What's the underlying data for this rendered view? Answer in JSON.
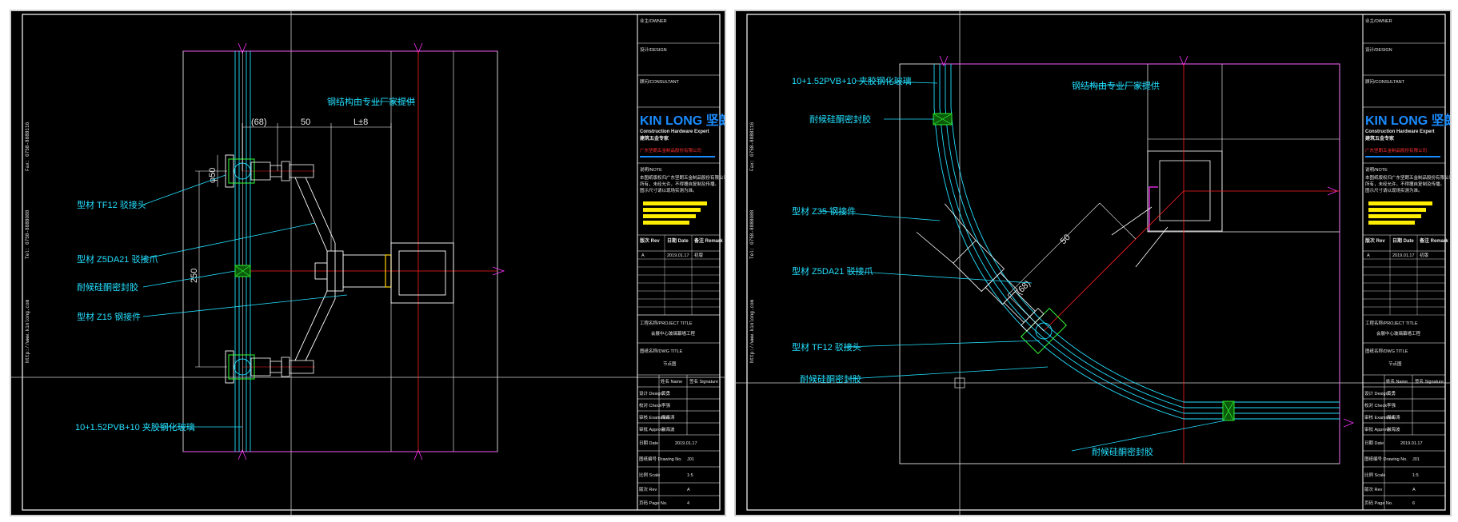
{
  "sheets": [
    {
      "side": {
        "fax": "Fax: 0758-8888116",
        "tel": "Tel: 0758-8888088",
        "url": "http://www.kinlong.com"
      },
      "labels": {
        "tf12": "型材 TF12 驳接头",
        "z5da21": "型材 Z5DA21 驳接爪",
        "sealant": "耐候硅酮密封胶",
        "z15": "型材 Z15 钢接件",
        "glass": "10+1.52PVB+10 夹胶钢化玻璃",
        "steel": "钢结构由专业厂家提供"
      },
      "dims": {
        "d1": "(68)",
        "d2": "50",
        "d3": "L±8",
        "d4": "250",
        "d5": "φ50"
      },
      "titleblock": {
        "project": "业主/OWNER",
        "design": "设计/DESIGN",
        "consultant": "顾问/CONSULTANT",
        "logo": "KIN LONG 坚朗",
        "logo_sub1": "Construction Hardware Expert",
        "logo_sub2": "建筑五金专家",
        "company": "广东坚朗五金制品股份有限公司",
        "notes_title": "说明/NOTE",
        "notes": [
          "本图纸版权归广东坚朗五金制品股份有限公司",
          "所有，未经允许，不得擅自复制及传播。",
          "图示尺寸请以现场实测为准。"
        ],
        "rev_headers": [
          "版次 Rev",
          "日期 Date",
          "备注 Remark"
        ],
        "rev_row": [
          "A",
          "2019.01.17",
          "初版"
        ],
        "project_name_label": "工程名称/PROJECT TITLE",
        "project_name": "会展中心玻璃幕墙工程",
        "drawing_name_label": "图纸名称/DWG TITLE",
        "drawing_name": "节点图",
        "role_headers": [
          "",
          "姓名 Name",
          "签名 Signature"
        ],
        "roles": [
          [
            "设计 Design",
            "黄勇"
          ],
          [
            "校对 Check",
            "李强"
          ],
          [
            "审核 Examined",
            "周海涛"
          ],
          [
            "审批 Approve",
            "张海波"
          ]
        ],
        "date_label": "日期 Date",
        "date": "2019.01.17",
        "dwg_no_label": "图纸编号 Drawing No.",
        "dwg_no": "J01",
        "scale_label": "比例 Scale",
        "scale": "1:5",
        "rev_label": "版次 Rev",
        "rev": "A",
        "page_label": "页码 Page No.",
        "page": "4"
      }
    },
    {
      "side": {
        "fax": "Fax: 0758-8888116",
        "tel": "Tel: 0758-8888088",
        "url": "http://www.kinlong.com"
      },
      "labels": {
        "glass": "10+1.52PVB+10 夹胶钢化玻璃",
        "sealant": "耐候硅酮密封胶",
        "z35": "型材 Z35 钢接件",
        "z5da21": "型材 Z5DA21 驳接爪",
        "tf12": "型材 TF12 驳接头",
        "sealant2": "耐候硅酮密封胶",
        "sealant3": "耐候硅酮密封胶",
        "steel": "钢结构由专业厂家提供"
      },
      "dims": {
        "d1": "(68)",
        "d2": "50"
      },
      "titleblock": {
        "project": "业主/OWNER",
        "design": "设计/DESIGN",
        "consultant": "顾问/CONSULTANT",
        "logo": "KIN LONG 坚朗",
        "logo_sub1": "Construction Hardware Expert",
        "logo_sub2": "建筑五金专家",
        "company": "广东坚朗五金制品股份有限公司",
        "notes_title": "说明/NOTE",
        "notes": [
          "本图纸版权归广东坚朗五金制品股份有限公司",
          "所有，未经允许，不得擅自复制及传播。",
          "图示尺寸请以现场实测为准。"
        ],
        "rev_headers": [
          "版次 Rev",
          "日期 Date",
          "备注 Remark"
        ],
        "rev_row": [
          "A",
          "2019.01.17",
          "初版"
        ],
        "project_name_label": "工程名称/PROJECT TITLE",
        "project_name": "会展中心玻璃幕墙工程",
        "drawing_name_label": "图纸名称/DWG TITLE",
        "drawing_name": "节点图",
        "role_headers": [
          "",
          "姓名 Name",
          "签名 Signature"
        ],
        "roles": [
          [
            "设计 Design",
            "黄勇"
          ],
          [
            "校对 Check",
            "李强"
          ],
          [
            "审核 Examined",
            "周海涛"
          ],
          [
            "审批 Approve",
            "张海波"
          ]
        ],
        "date_label": "日期 Date",
        "date": "2019.01.17",
        "dwg_no_label": "图纸编号 Drawing No.",
        "dwg_no": "J01",
        "scale_label": "比例 Scale",
        "scale": "1:5",
        "rev_label": "版次 Rev",
        "rev": "A",
        "page_label": "页码 Page No.",
        "page": "6"
      }
    }
  ]
}
